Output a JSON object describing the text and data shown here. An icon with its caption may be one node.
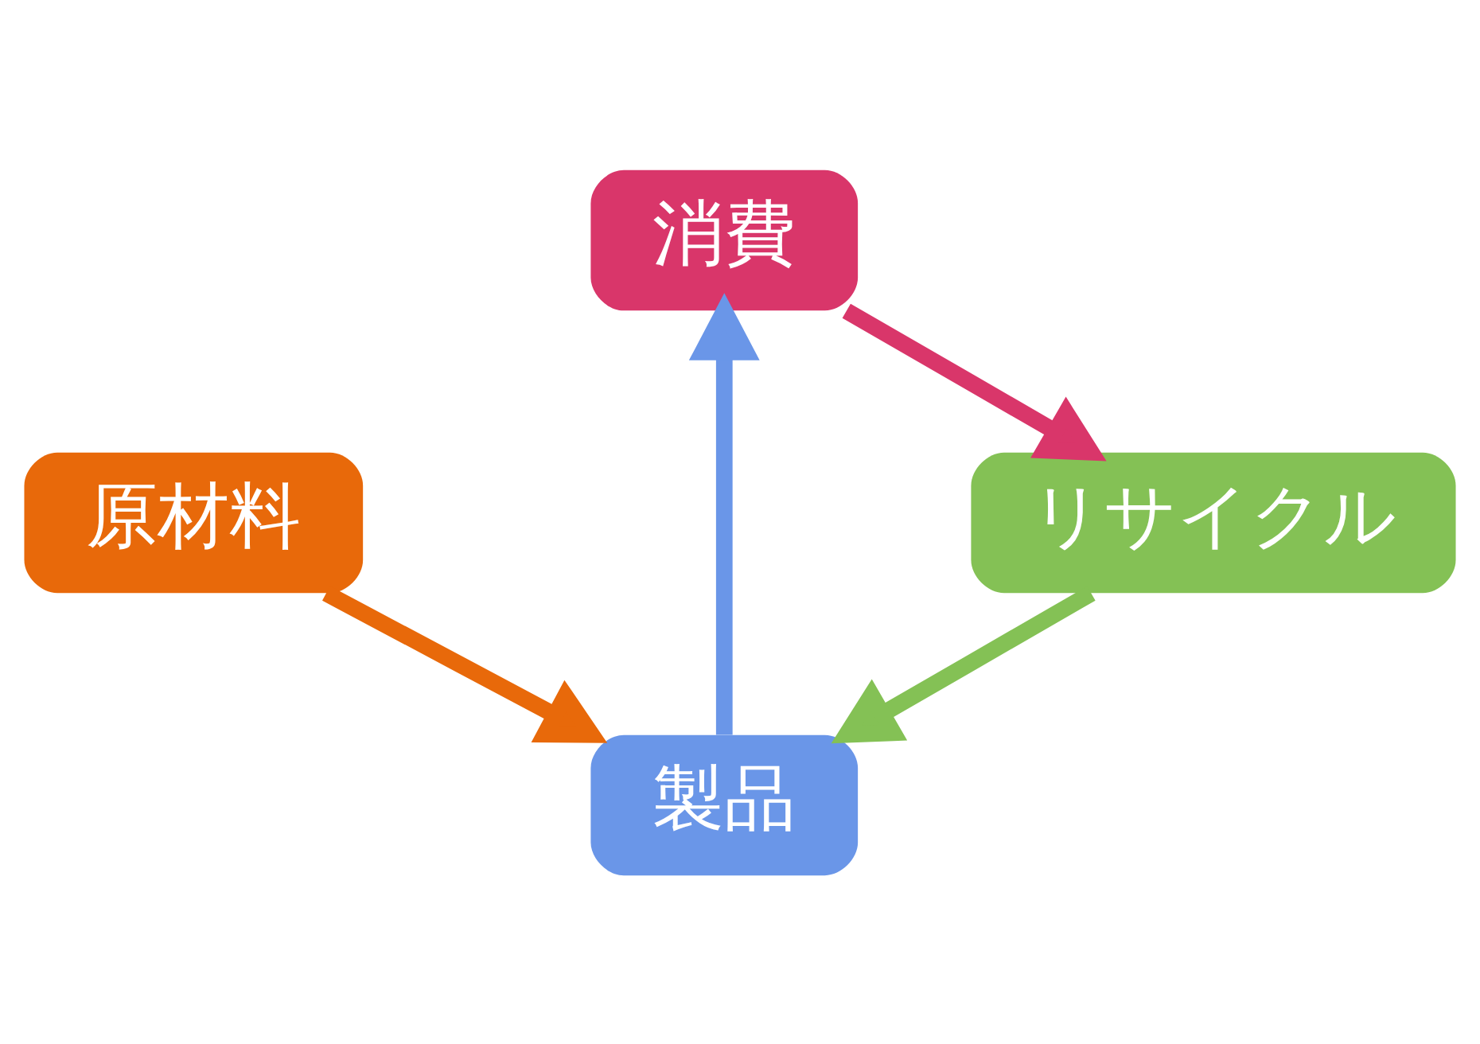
{
  "diagram": {
    "nodes": [
      {
        "text": [
          "原材料"
        ]
      },
      {
        "text": [
          "製品"
        ]
      },
      {
        "text": [
          "消費"
        ]
      },
      {
        "text": [
          "リサイクル"
        ]
      }
    ],
    "edges": [
      {
        "from": 0,
        "to": 1,
        "arrow": "to",
        "color": "#e8690a"
      },
      {
        "from": 1,
        "to": 2,
        "arrow": "to",
        "color": "#6a96e8"
      },
      {
        "from": 2,
        "to": 3,
        "arrow": "to",
        "color": "#d9366a"
      },
      {
        "from": 3,
        "to": 1,
        "arrow": "to",
        "color": "#84c155"
      }
    ]
  }
}
